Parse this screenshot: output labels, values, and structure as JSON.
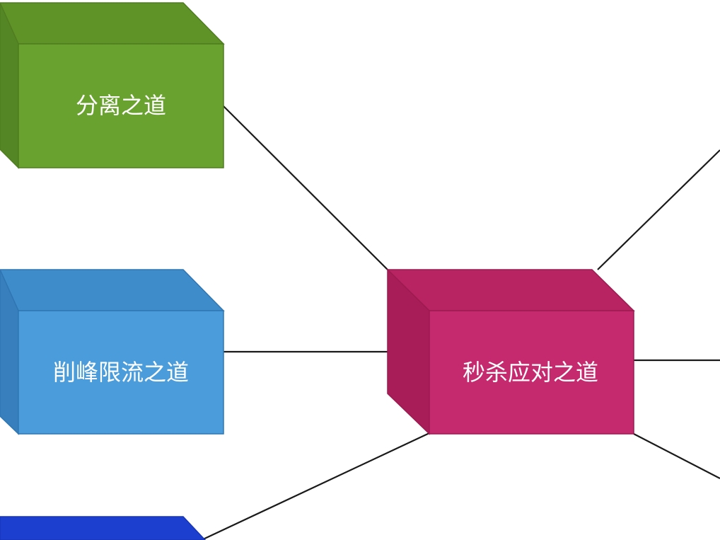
{
  "diagram": {
    "center_node": {
      "label": "秒杀应对之道",
      "colors": {
        "front": "#c5296e",
        "top": "#b82462",
        "side": "#a81d57",
        "stroke": "#9c1b51"
      }
    },
    "nodes": [
      {
        "label": "分离之道",
        "colors": {
          "front": "#6aa22f",
          "top": "#5f9328",
          "side": "#558625",
          "stroke": "#4f7d20"
        }
      },
      {
        "label": "削峰限流之道",
        "colors": {
          "front": "#4b9cdb",
          "top": "#3f8ccb",
          "side": "#3780bd",
          "stroke": "#2f76b3"
        }
      },
      {
        "label": "",
        "colors": {
          "front": "#1f46e0",
          "top": "#1c3fd0",
          "side": "#1838c2",
          "stroke": "#1737b8"
        }
      }
    ],
    "line_color": "#1a1a1a"
  }
}
